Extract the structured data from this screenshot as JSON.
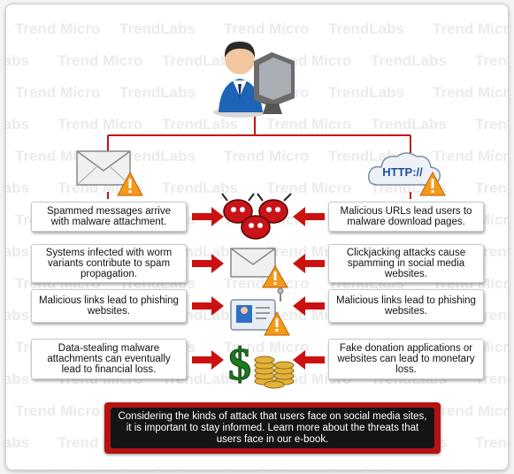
{
  "watermark": {
    "text_a": "Trend Micro",
    "text_b": "TrendLabs"
  },
  "http_label": "HTTP://",
  "left_boxes": [
    "Spammed messages arrive with malware attachment.",
    "Systems infected with worm variants contribute to spam propagation.",
    "Malicious links lead to phishing websites.",
    "Data-stealing malware attachments can eventually lead to financial loss."
  ],
  "right_boxes": [
    "Malicious URLs lead users to malware download pages.",
    "Clickjacking attacks cause spamming in social media websites.",
    "Malicious links lead to phishing websites.",
    "Fake donation applications or websites can lead to monetary loss."
  ],
  "cta_text": "Considering the kinds of attack that users face on social media sites, it is important to stay informed. Learn more about the threats that users face in our e-book.",
  "colors": {
    "arrow": "#cc1111",
    "line": "#c21515",
    "cta_border": "#b71212",
    "cta_bg": "#141414",
    "warning": "#f39a1a"
  },
  "icons": [
    "user-computer-icon",
    "email-icon",
    "http-cloud-icon",
    "warning-icon",
    "malware-bugs-icon",
    "email-warning-icon",
    "profile-card-icon",
    "money-icon"
  ]
}
